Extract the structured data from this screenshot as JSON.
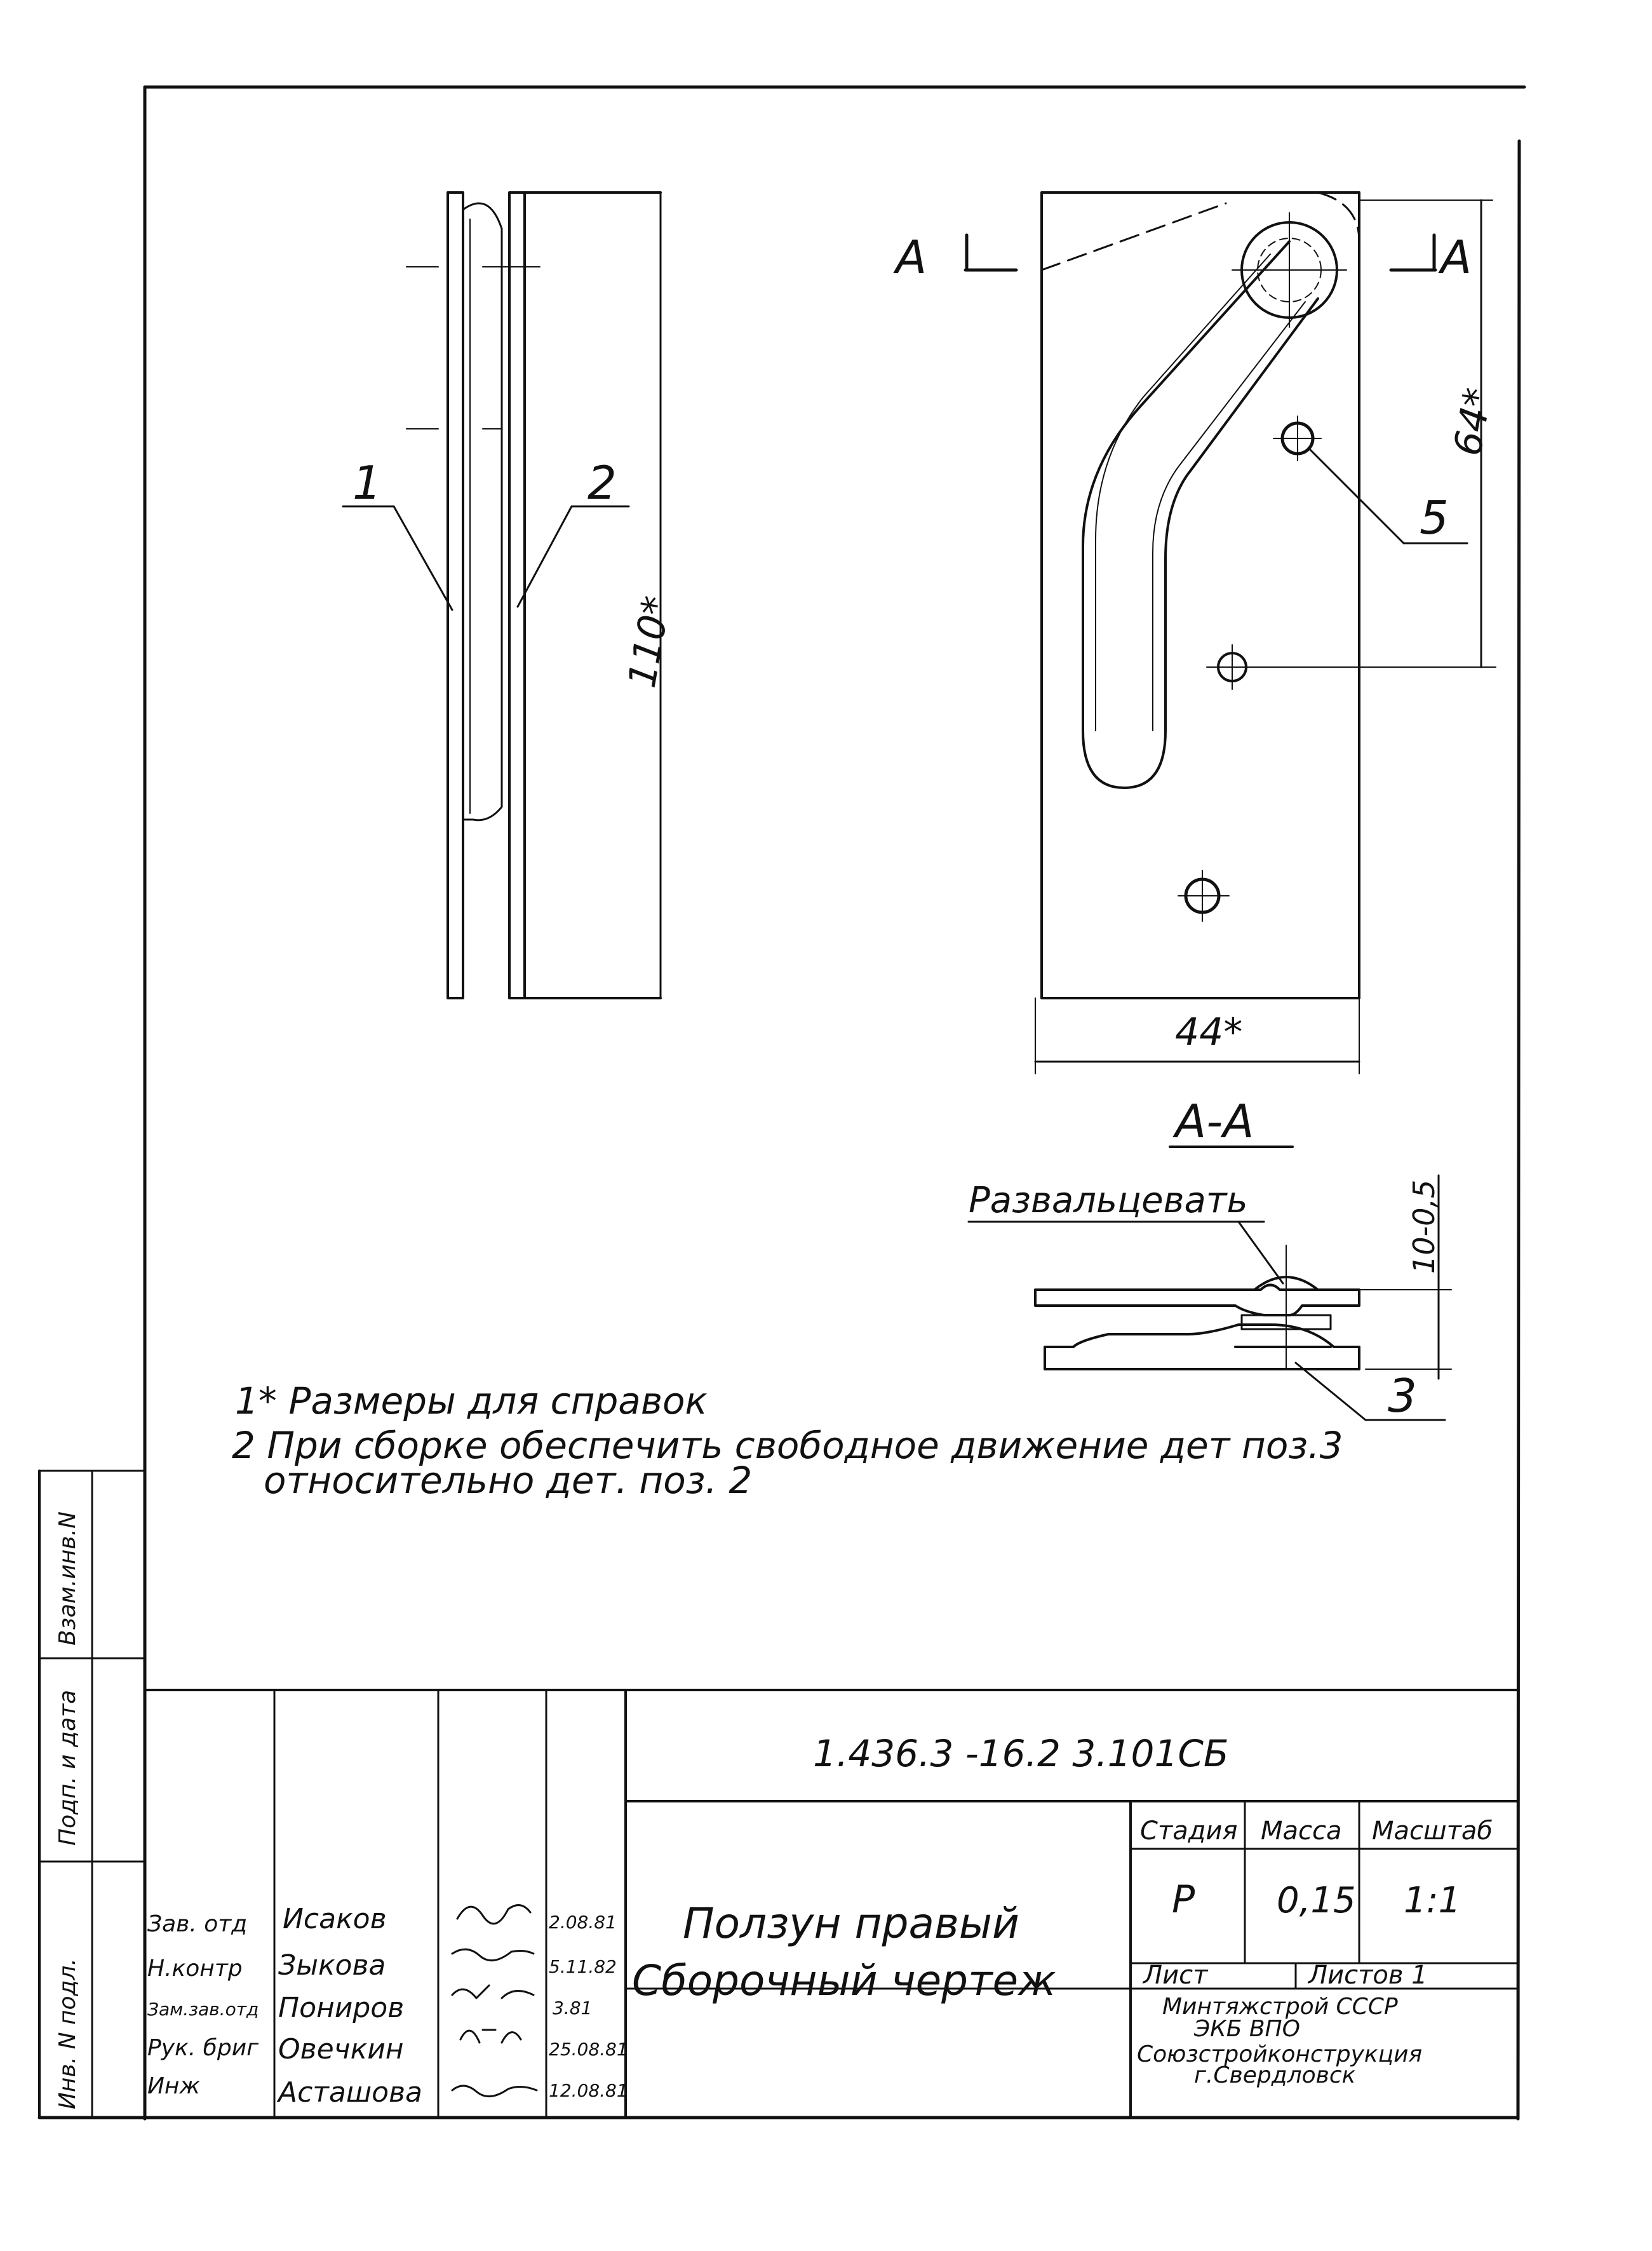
{
  "drawing": {
    "section_marks": [
      "A",
      "A"
    ],
    "section_title": "А-А",
    "dimensions": {
      "height": "110*",
      "hole_spacing": "64*",
      "width": "44*",
      "section_height": "10-0,5"
    },
    "positions": [
      "1",
      "2",
      "3",
      "5"
    ],
    "flare_note": "Развальцевать"
  },
  "notes": [
    "1* Размеры для справок",
    "2  При сборке обеспечить свободное движение дет поз.3",
    "относительно дет. поз. 2"
  ],
  "side_stamp": [
    "Взам.инв.N",
    "Подп. и дата",
    "Инв. N подл."
  ],
  "title_block": {
    "doc_number": "1.436.3 -16.2 3.101СБ",
    "name_line1": "Ползун правый",
    "name_line2": "Сборочный чертеж",
    "headers": {
      "stage": "Стадия",
      "mass": "Масса",
      "scale": "Масштаб"
    },
    "values": {
      "stage": "Р",
      "mass": "0,15",
      "scale": "1:1"
    },
    "sheet_label": "Лист",
    "sheets_label": "Листов 1",
    "org_lines": [
      "Минтяжстрой СССР",
      "ЭКБ ВПО",
      "Союзстройконструкция",
      "г.Свердловск"
    ],
    "roles": [
      "Зав. отд",
      "Н.контр",
      "Зам.зав.отд",
      "Рук. бриг",
      "Инж"
    ],
    "names": [
      "Исаков",
      "Зыкова",
      "Пониров",
      "Овечкин",
      "Асташова"
    ],
    "dates": [
      "2.08.81",
      "5.11.82",
      "3.81",
      "25.08.81",
      "12.08.81"
    ]
  }
}
